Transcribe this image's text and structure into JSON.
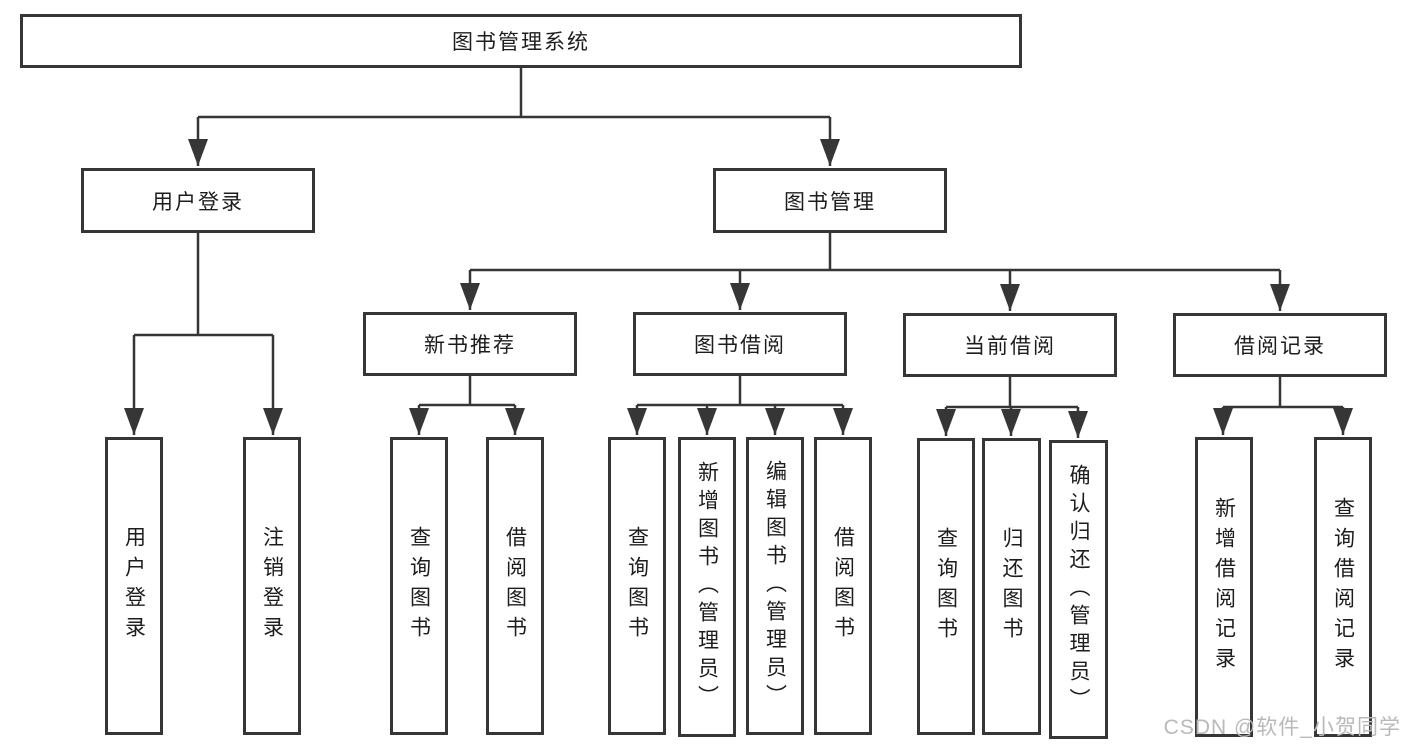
{
  "tree": {
    "root": {
      "label": "图书管理系统",
      "children": [
        {
          "label": "用户登录",
          "children": [
            {
              "label": "用户登录"
            },
            {
              "label": "注销登录"
            }
          ]
        },
        {
          "label": "图书管理",
          "children": [
            {
              "label": "新书推荐",
              "children": [
                {
                  "label": "查询图书"
                },
                {
                  "label": "借阅图书"
                }
              ]
            },
            {
              "label": "图书借阅",
              "children": [
                {
                  "label": "查询图书"
                },
                {
                  "label": "新增图书（管理员）"
                },
                {
                  "label": "编辑图书（管理员）"
                },
                {
                  "label": "借阅图书"
                }
              ]
            },
            {
              "label": "当前借阅",
              "children": [
                {
                  "label": "查询图书"
                },
                {
                  "label": "归还图书"
                },
                {
                  "label": "确认归还（管理员）"
                }
              ]
            },
            {
              "label": "借阅记录",
              "children": [
                {
                  "label": "新增借阅记录"
                },
                {
                  "label": "查询借阅记录"
                }
              ]
            }
          ]
        }
      ]
    }
  },
  "watermark": {
    "text": "CSDN @软件_小贺同学"
  },
  "colors": {
    "line": "#363636",
    "box_border": "#363636",
    "text": "#1d1d1d",
    "watermark": "#b9b9b9",
    "background": "#ffffff"
  }
}
